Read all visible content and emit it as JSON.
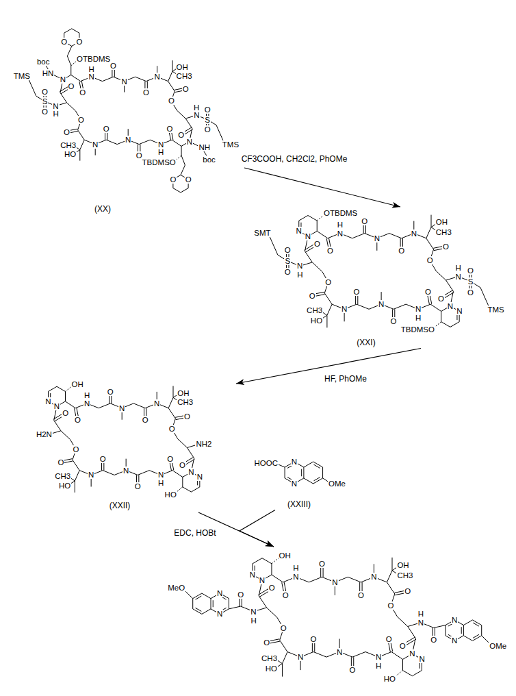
{
  "diagram": {
    "nodes": [
      {
        "text": [
          "HN",
          "boc",
          "N",
          "OTBDMS",
          "O",
          "O",
          "O",
          "N",
          "H",
          "O",
          "N",
          "O",
          "N",
          "OH",
          "CH3",
          "O",
          "O",
          "N",
          "H",
          "S",
          "O",
          "O",
          "TMS",
          "O",
          "NH",
          "boc",
          "N",
          "TBDMSO",
          "O",
          "O",
          "O",
          "N",
          "H",
          "O",
          "N",
          "O",
          "N",
          "HO",
          "CH3",
          "O",
          "O",
          "N",
          "H",
          "S",
          "O",
          "O",
          "TMS",
          "O",
          "(XX)"
        ]
      },
      {
        "text": [
          "N",
          "N",
          "OTBDMS",
          "O",
          "N",
          "H",
          "O",
          "N",
          "O",
          "N",
          "OH",
          "CH3",
          "O",
          "O",
          "N",
          "H",
          "S",
          "O",
          "O",
          "TMS",
          "O",
          "N",
          "N",
          "TBDMSO",
          "O",
          "N",
          "H",
          "O",
          "N",
          "O",
          "N",
          "HO",
          "CH3",
          "O",
          "O",
          "N",
          "H",
          "S",
          "O",
          "O",
          "SMT",
          "O",
          "(XXI)"
        ]
      },
      {
        "text": [
          "N",
          "N",
          "OH",
          "O",
          "N",
          "H",
          "O",
          "N",
          "O",
          "N",
          "OH",
          "CH3",
          "O",
          "O",
          "NH2",
          "O",
          "N",
          "N",
          "HO",
          "O",
          "N",
          "H",
          "O",
          "N",
          "O",
          "N",
          "HO",
          "CH3",
          "O",
          "O",
          "H2N",
          "O",
          "(XXII)"
        ]
      },
      {
        "text": [
          "HOOC",
          "N",
          "N",
          "OMe",
          "(XXIII)"
        ]
      },
      {
        "text": [
          "N",
          "N",
          "OH",
          "O",
          "N",
          "H",
          "O",
          "N",
          "O",
          "N",
          "OH",
          "CH3",
          "O",
          "O",
          "N",
          "H",
          "O",
          "N",
          "N",
          "OMe",
          "O",
          "N",
          "N",
          "HO",
          "O",
          "N",
          "H",
          "O",
          "N",
          "O",
          "N",
          "HO",
          "CH3",
          "O",
          "O",
          "N",
          "H",
          "O",
          "N",
          "N",
          "MeO",
          "O"
        ]
      }
    ],
    "edges": [
      {
        "from": 0,
        "to": 1,
        "arrow": "to",
        "label": "CF3COOH, CH2Cl2, PhOMe"
      },
      {
        "from": 1,
        "to": 2,
        "arrow": "to",
        "label": "HF, PhOMe"
      },
      {
        "from": 2,
        "to": 4,
        "arrow": "to",
        "label": "EDC, HOBt"
      },
      {
        "from": 3,
        "to": 4,
        "arrow": "to"
      }
    ]
  }
}
